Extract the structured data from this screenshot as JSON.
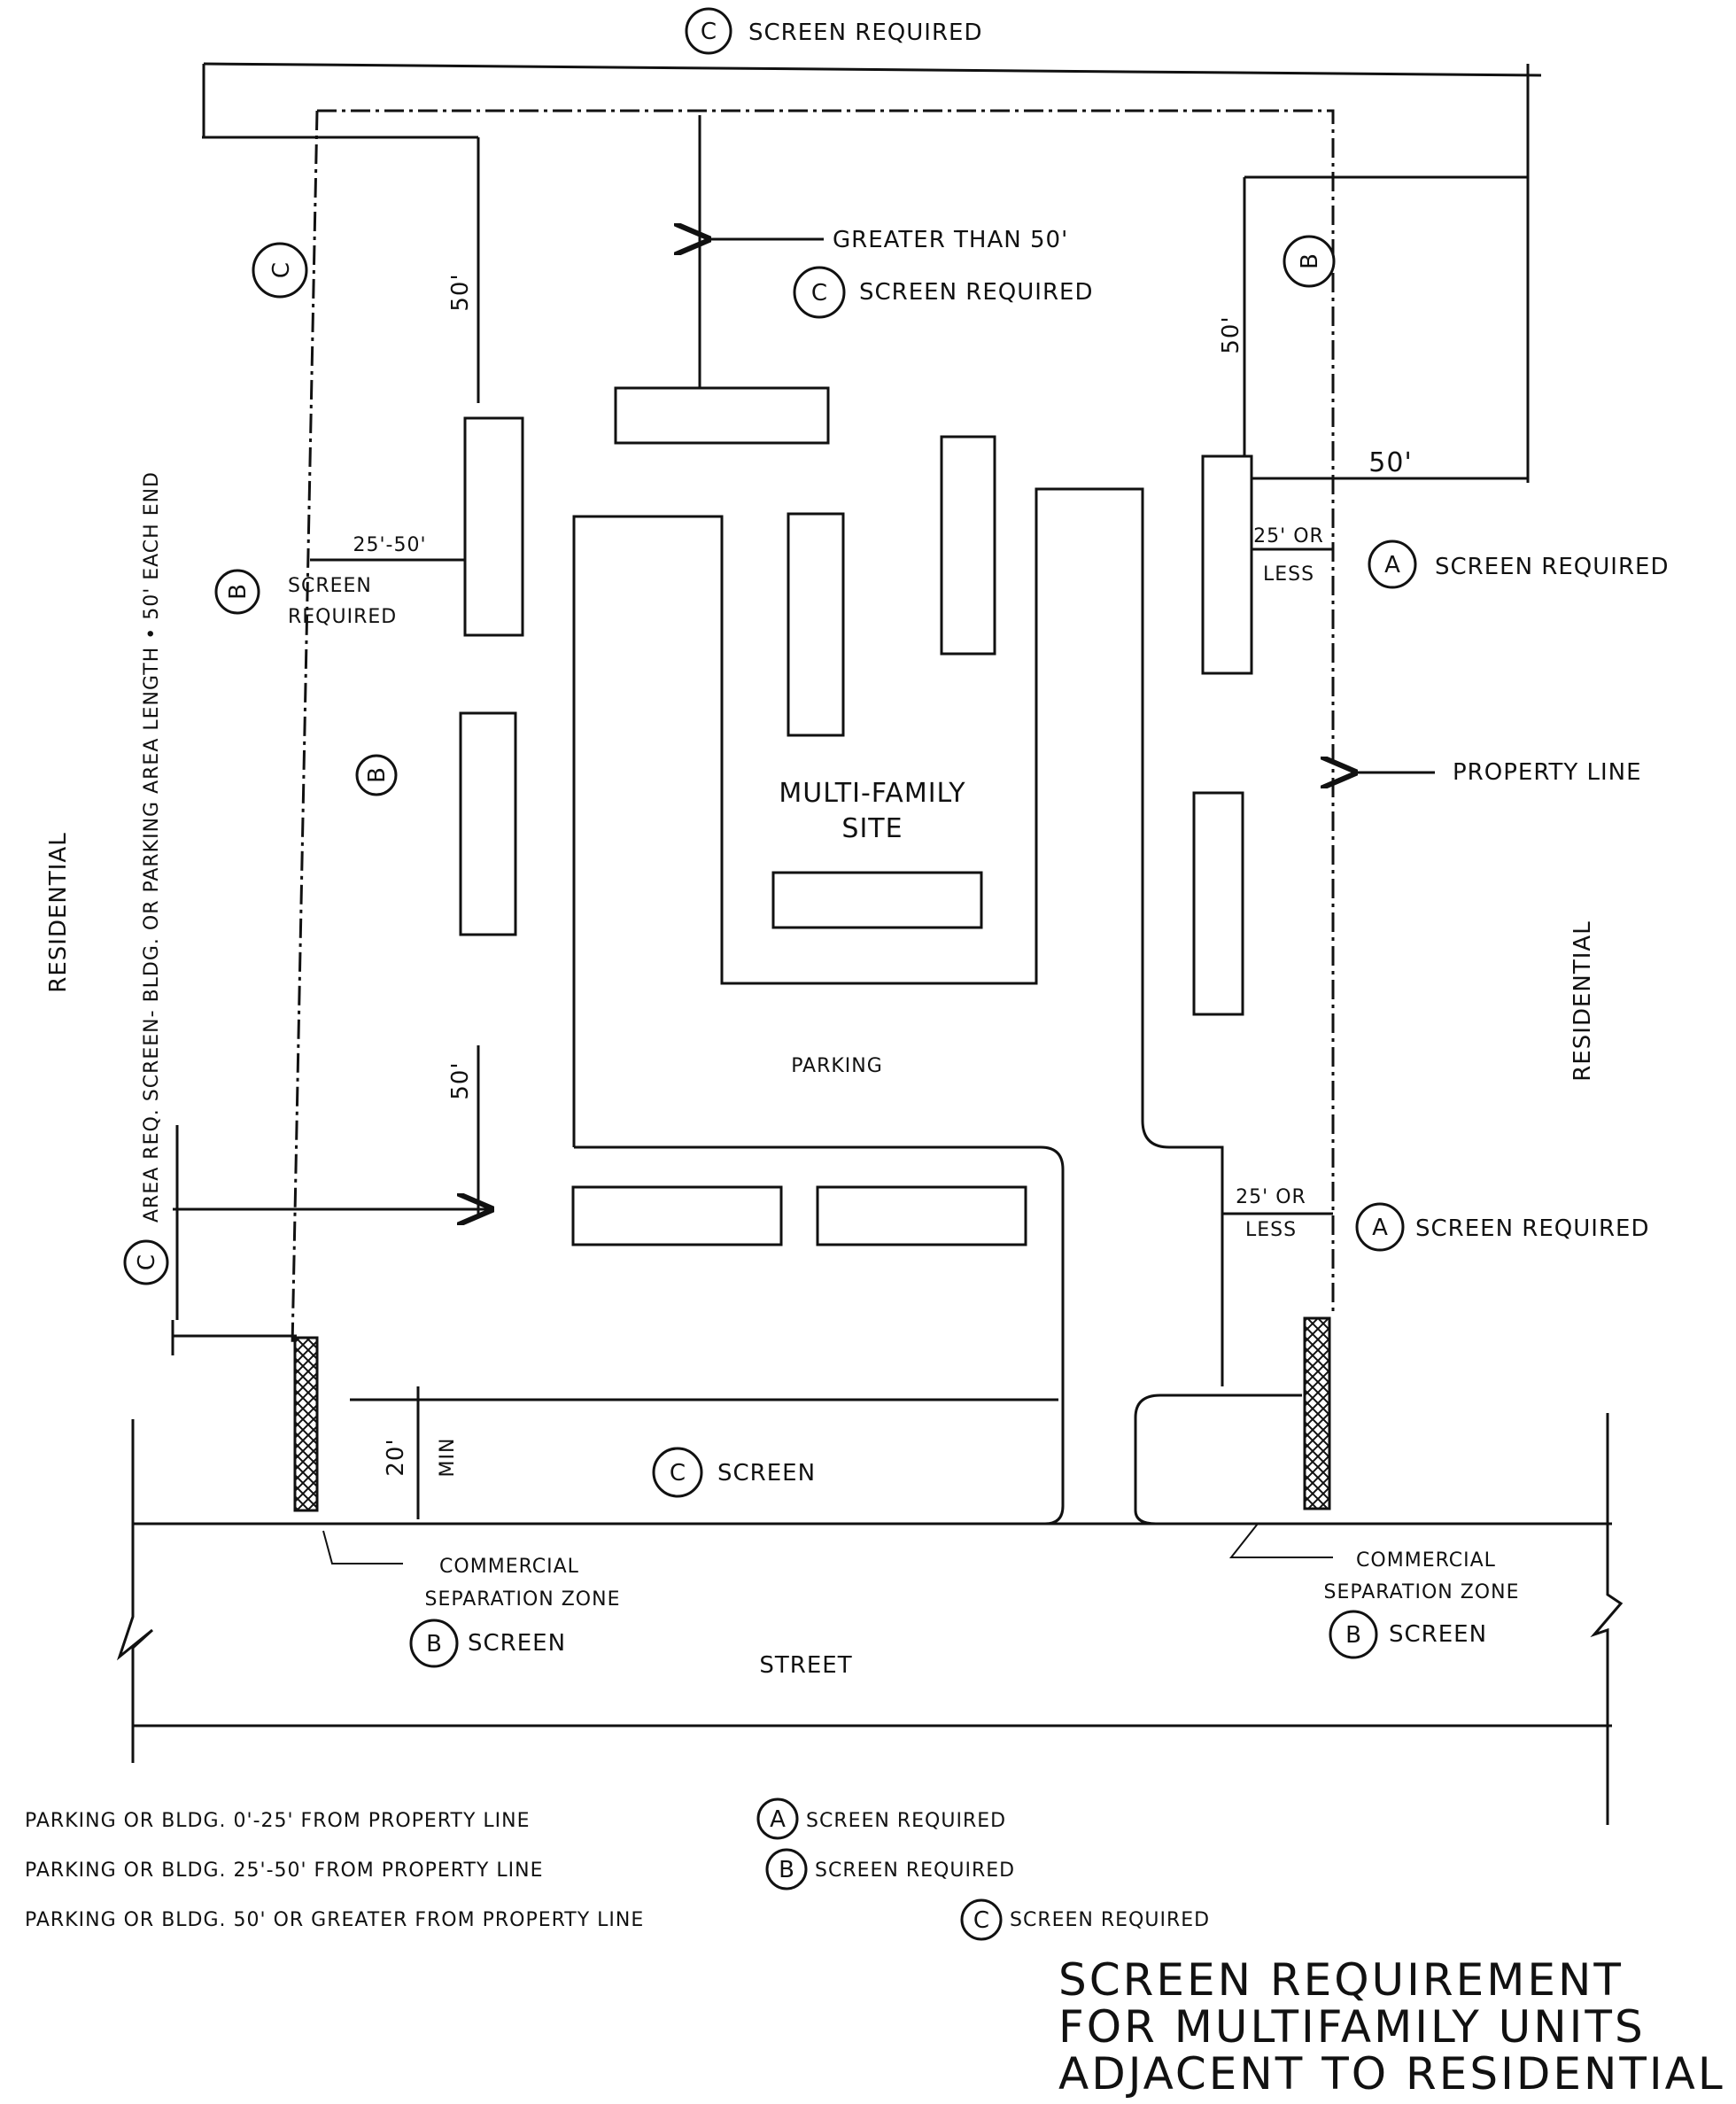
{
  "diagram": {
    "top_label": {
      "circle": "C",
      "text": "SCREEN REQUIRED"
    },
    "left_vertical_label": {
      "circle": "C",
      "text": "AREA REQ. SCREEN- BLDG. OR PARKING AREA LENGTH • 50' EACH END"
    },
    "residential_left": "RESIDENTIAL",
    "residential_right": "RESIDENTIAL",
    "greater_than": "GREATER THAN 50'",
    "upper_center_screen": {
      "circle": "C",
      "text": "SCREEN REQUIRED"
    },
    "left_zone_c": "C",
    "left_zone_b": "B",
    "right_zone_b": "B",
    "dim_50_left_upper": "50'",
    "dim_50_left_lower": "50'",
    "dim_50_right_vertical": "50'",
    "dim_50_right_horizontal": "50'",
    "dim_25_50": "25'-50'",
    "left_b_screen": {
      "circle": "B",
      "line1": "SCREEN",
      "line2": "REQUIRED"
    },
    "right_upper_dist": {
      "line1": "25' OR",
      "line2": "LESS"
    },
    "right_upper_screen": {
      "circle": "A",
      "text": "SCREEN REQUIRED"
    },
    "property_line": "PROPERTY LINE",
    "site_label": {
      "line1": "MULTI-FAMILY",
      "line2": "SITE"
    },
    "parking": "PARKING",
    "right_lower_dist": {
      "line1": "25' OR",
      "line2": "LESS"
    },
    "right_lower_screen": {
      "circle": "A",
      "text": "SCREEN REQUIRED"
    },
    "dim_20_min": {
      "value": "20'",
      "suffix": "MIN"
    },
    "bottom_c_screen": {
      "circle": "C",
      "text": "SCREEN"
    },
    "left_csz": {
      "line1": "COMMERCIAL",
      "line2": "SEPARATION ZONE"
    },
    "left_b_bottom": {
      "circle": "B",
      "text": "SCREEN"
    },
    "right_csz": {
      "line1": "COMMERCIAL",
      "line2": "SEPARATION ZONE"
    },
    "right_b_bottom": {
      "circle": "B",
      "text": "SCREEN"
    },
    "street": "STREET"
  },
  "legend": [
    {
      "text": "PARKING OR BLDG. 0'-25' FROM PROPERTY LINE",
      "circle": "A",
      "suffix": "SCREEN REQUIRED"
    },
    {
      "text": "PARKING OR BLDG. 25'-50' FROM PROPERTY LINE",
      "circle": "B",
      "suffix": "SCREEN REQUIRED"
    },
    {
      "text": "PARKING OR BLDG. 50' OR GREATER FROM PROPERTY LINE",
      "circle": "C",
      "suffix": "SCREEN REQUIRED"
    }
  ],
  "title": {
    "line1": "SCREEN REQUIREMENT",
    "line2": "FOR MULTIFAMILY UNITS",
    "line3": "ADJACENT TO RESIDENTIAL"
  }
}
